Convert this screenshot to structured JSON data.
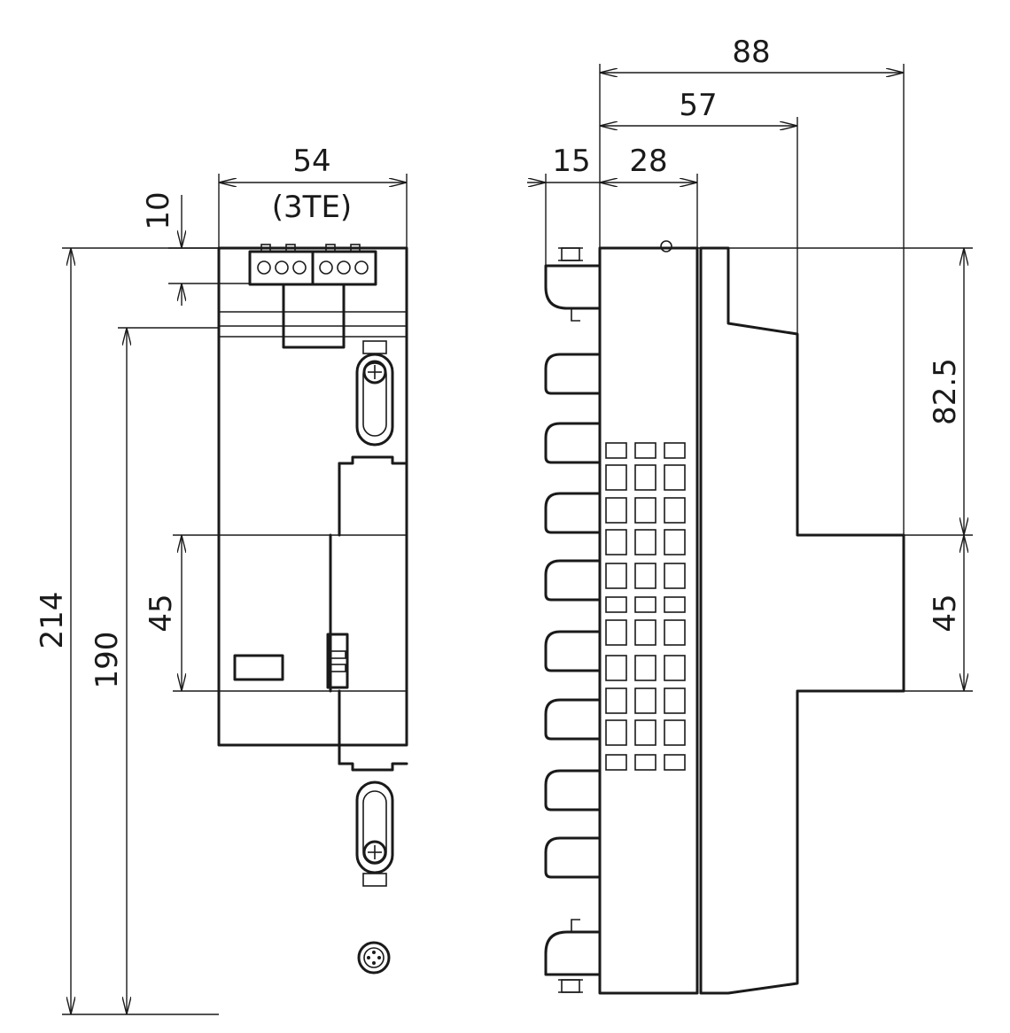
{
  "front_view": {
    "width_dimension": "54",
    "width_unit_note": "(3TE)",
    "connector_offset_dimension": "10",
    "total_height_dimension": "214",
    "body_height_dimension": "190",
    "center_window_dimension": "45"
  },
  "side_view": {
    "total_depth_dimension": "88",
    "step_depth_dimension": "57",
    "rail_clip_dimension": "15",
    "body_depth_dimension": "28",
    "upper_height_dimension": "82.5",
    "center_height_dimension": "45"
  },
  "colors": {
    "line": "#1a1a1a",
    "background": "#ffffff"
  }
}
